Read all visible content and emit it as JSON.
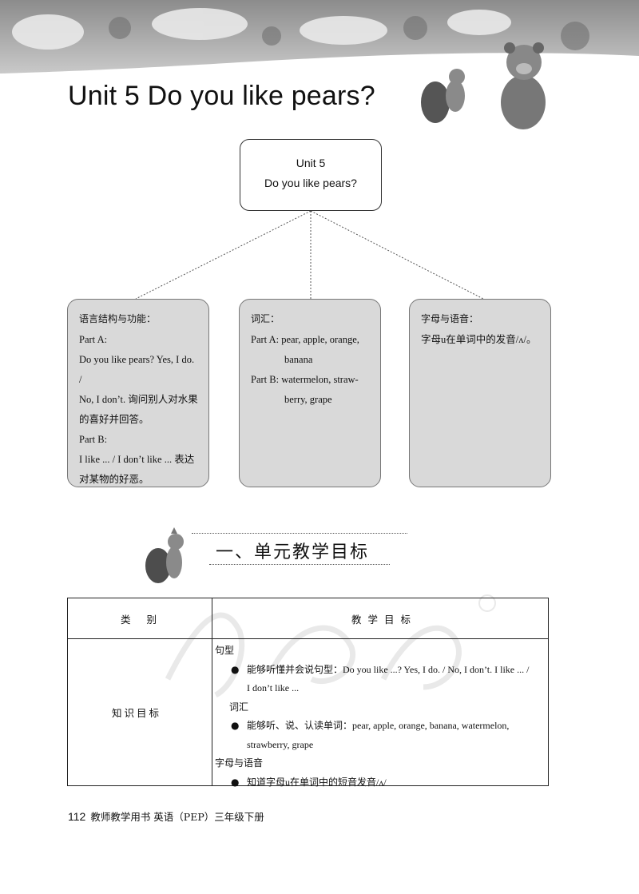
{
  "header": {
    "title": "Unit 5  Do you like pears?"
  },
  "diagram": {
    "root": {
      "line1": "Unit 5",
      "line2": "Do you like pears?"
    },
    "structure": {
      "heading": "语言结构与功能：",
      "part_a_label": "Part A:",
      "part_a_lines": [
        "Do you like pears?  Yes, I do. /",
        "No, I don’t. 询问别人对水果",
        "的喜好并回答。"
      ],
      "part_b_label": "Part B:",
      "part_b_lines": [
        "I like ... / I don’t like ... 表达",
        "对某物的好恶。"
      ]
    },
    "vocab": {
      "heading": "词汇：",
      "part_a_lines": [
        "Part A: pear, apple, orange,",
        "banana"
      ],
      "part_b_lines": [
        "Part B: watermelon, straw-",
        "berry, grape"
      ]
    },
    "phonics": {
      "heading": "字母与语音：",
      "lines": [
        "字母u在单词中的发音/ʌ/。"
      ]
    }
  },
  "section": {
    "title": "一、单元教学目标"
  },
  "goals_table": {
    "header_category": "类  别",
    "header_goals": "教学目标",
    "category": "知识目标",
    "groups": [
      {
        "heading": "句型",
        "bullet": "能够听懂并会说句型：Do you like ...? Yes, I do. / No, I don’t. I like ... /",
        "cont": "I don’t like ..."
      },
      {
        "heading": "词汇",
        "bullet": "能够听、说、认读单词：pear, apple, orange, banana, watermelon,",
        "cont": "strawberry, grape"
      },
      {
        "heading": "字母与语音",
        "bullet": "知道字母u在单词中的短音发音/ʌ/",
        "cont": ""
      }
    ],
    "bullet_char": "●"
  },
  "footer": {
    "page": "112",
    "text": "教师教学用书  英语（PEP）三年级下册"
  },
  "colors": {
    "box_fill": "#d9d9d9",
    "banner": "#9a9a9a"
  }
}
